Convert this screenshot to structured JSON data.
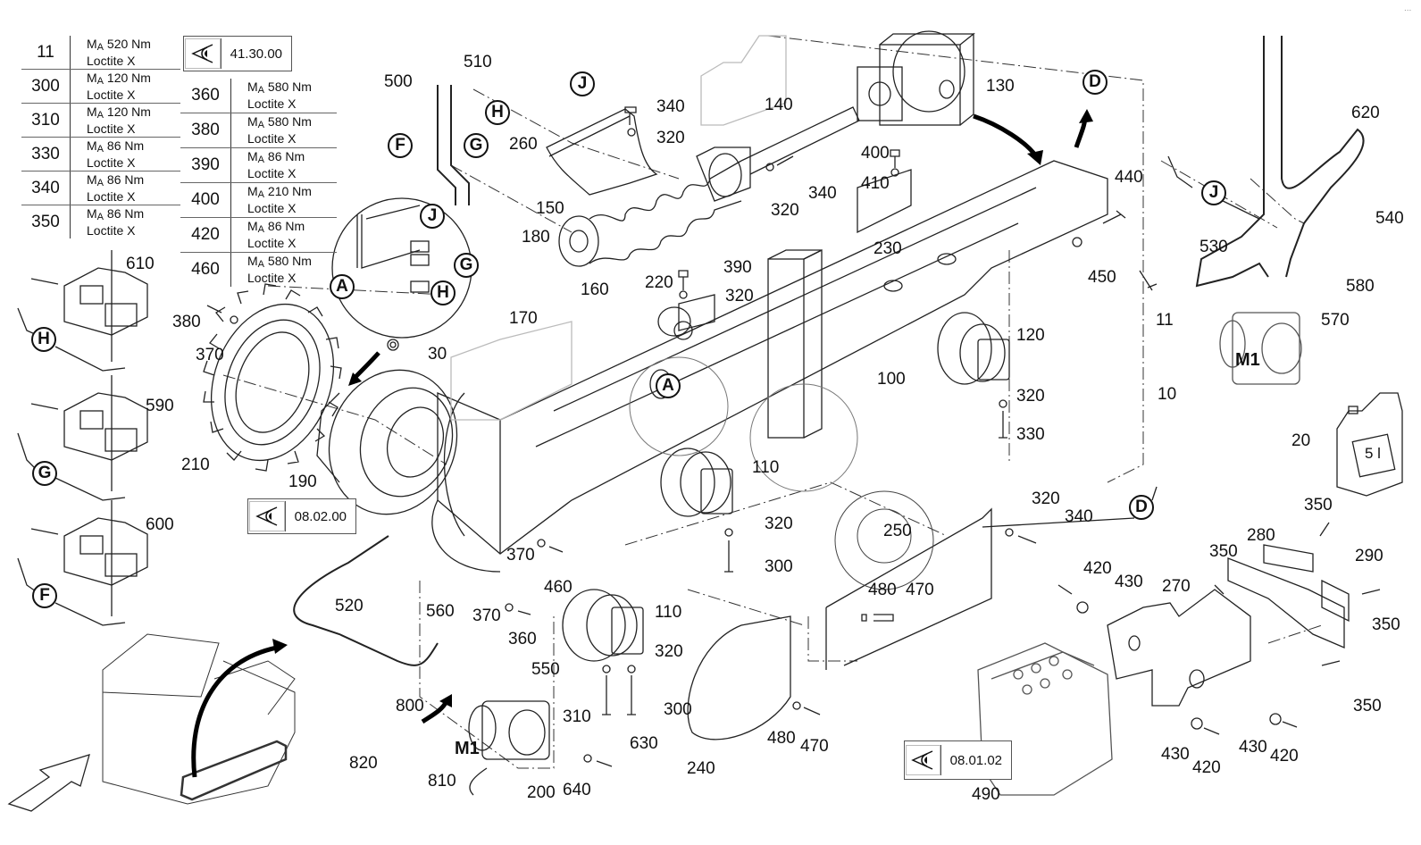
{
  "diagram": {
    "title": "Crawler track assembly - exploded parts view",
    "torque_table_left": [
      {
        "item": "11",
        "torque": "520 Nm",
        "adhesive": "Loctite X"
      },
      {
        "item": "300",
        "torque": "120 Nm",
        "adhesive": "Loctite X"
      },
      {
        "item": "310",
        "torque": "120 Nm",
        "adhesive": "Loctite X"
      },
      {
        "item": "330",
        "torque": "86 Nm",
        "adhesive": "Loctite X"
      },
      {
        "item": "340",
        "torque": "86 Nm",
        "adhesive": "Loctite X"
      },
      {
        "item": "350",
        "torque": "86 Nm",
        "adhesive": "Loctite X"
      }
    ],
    "torque_table_right": [
      {
        "item": "360",
        "torque": "580 Nm",
        "adhesive": "Loctite X"
      },
      {
        "item": "380",
        "torque": "580 Nm",
        "adhesive": "Loctite X"
      },
      {
        "item": "390",
        "torque": "86 Nm",
        "adhesive": "Loctite X"
      },
      {
        "item": "400",
        "torque": "210 Nm",
        "adhesive": "Loctite X"
      },
      {
        "item": "420",
        "torque": "86 Nm",
        "adhesive": "Loctite X"
      },
      {
        "item": "460",
        "torque": "580 Nm",
        "adhesive": "Loctite X"
      }
    ],
    "torque_prefix": "M",
    "torque_subscript": "A",
    "reference_boxes": [
      {
        "code": "41.30.00",
        "icon": "eye-view-icon"
      },
      {
        "code": "08.02.00",
        "icon": "eye-view-icon"
      },
      {
        "code": "08.01.02",
        "icon": "eye-view-icon"
      }
    ],
    "callouts": [
      "A",
      "D",
      "F",
      "G",
      "H",
      "J"
    ],
    "motor_label": "M1",
    "canister_label": "5 l",
    "part_labels": [
      "10",
      "11",
      "20",
      "30",
      "100",
      "110",
      "120",
      "130",
      "140",
      "150",
      "160",
      "170",
      "180",
      "190",
      "200",
      "210",
      "220",
      "230",
      "240",
      "250",
      "260",
      "270",
      "280",
      "290",
      "300",
      "310",
      "320",
      "330",
      "340",
      "350",
      "360",
      "370",
      "380",
      "390",
      "400",
      "410",
      "420",
      "430",
      "440",
      "450",
      "460",
      "470",
      "480",
      "490",
      "500",
      "510",
      "520",
      "530",
      "540",
      "550",
      "560",
      "570",
      "580",
      "590",
      "600",
      "610",
      "620",
      "630",
      "640",
      "800",
      "810",
      "820"
    ]
  },
  "labels": {
    "l500": "500",
    "l510": "510",
    "l260": "260",
    "l340a": "340",
    "l320a": "320",
    "l140": "140",
    "l130": "130",
    "l150": "150",
    "l180": "180",
    "l160": "160",
    "l170": "170",
    "l340b": "340",
    "l320b": "320",
    "l400": "400",
    "l410": "410",
    "l230": "230",
    "l440": "440",
    "l450": "450",
    "l11b": "11",
    "l220": "220",
    "l390": "390",
    "l320c": "320",
    "l100": "100",
    "l120": "120",
    "l320d": "320",
    "l330": "330",
    "l10": "10",
    "l610": "610",
    "l380": "380",
    "l370a": "370",
    "l30": "30",
    "l590": "590",
    "l210": "210",
    "l190": "190",
    "l600": "600",
    "l110a": "110",
    "l320e": "320",
    "l300a": "300",
    "l370b": "370",
    "l460": "460",
    "l520": "520",
    "l560": "560",
    "l370c": "370",
    "l360": "360",
    "l550": "550",
    "l110b": "110",
    "l320f": "320",
    "l800": "800",
    "l310": "310",
    "l300b": "300",
    "l630": "630",
    "l820": "820",
    "l810": "810",
    "l200": "200",
    "l640": "640",
    "l240": "240",
    "l250": "250",
    "l480a": "480",
    "l470a": "470",
    "l480b": "480",
    "l470b": "470",
    "l320g": "320",
    "l340c": "340",
    "l420a": "420",
    "l430a": "430",
    "l270": "270",
    "l350a": "350",
    "l280": "280",
    "l290": "290",
    "l350b": "350",
    "l350c": "350",
    "l350d": "350",
    "l430b": "430",
    "l420b": "420",
    "l430c": "430",
    "l420c": "420",
    "l490": "490",
    "l620": "620",
    "l540": "540",
    "l530": "530",
    "l580": "580",
    "l570": "570",
    "l20": "20"
  },
  "watermark": "..."
}
